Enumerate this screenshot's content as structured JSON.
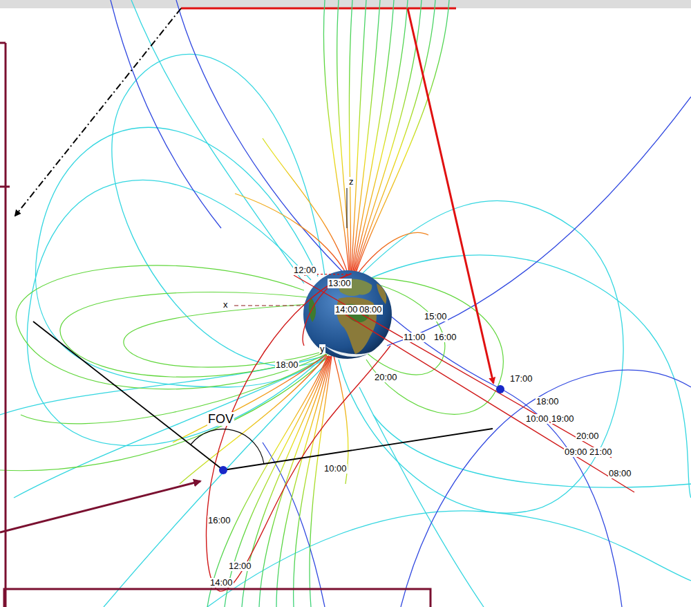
{
  "diagram": {
    "labels": [
      "z",
      "12:00",
      "13:00",
      "x",
      "14:00",
      "08:00",
      "15:00",
      "y",
      "11:00",
      "16:00",
      "18:00",
      "20:00",
      "17:00",
      "18:00",
      "FOV",
      "10:00",
      "19:00",
      "20:00",
      "09:00",
      "21:00",
      "08:00",
      "10:00",
      "16:00",
      "12:00",
      "14:00"
    ]
  }
}
